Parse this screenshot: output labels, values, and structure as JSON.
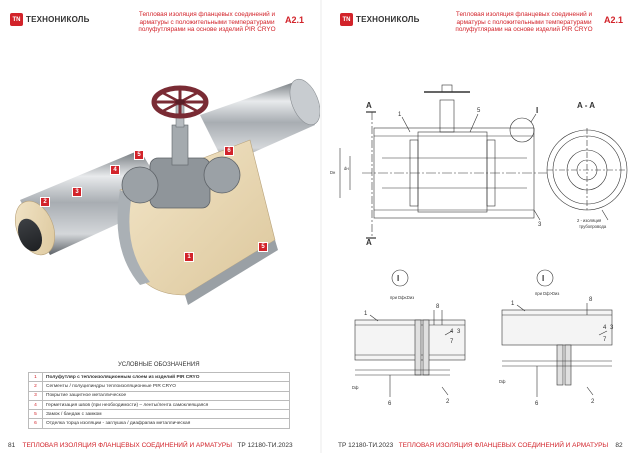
{
  "brand": {
    "logo_mark": "TN",
    "name": "ТЕХНОНИКОЛЬ",
    "color": "#d2232a"
  },
  "left_page": {
    "header_title": "Тепловая изоляция фланцевых соединений и арматуры с положительными температурами полуфутлярами на основе изделий PIR CRYO",
    "header_code": "A2.1",
    "callouts": [
      "1",
      "2",
      "3",
      "4",
      "5",
      "6",
      "5"
    ],
    "legend": {
      "title": "УСЛОВНЫЕ ОБОЗНАЧЕНИЯ",
      "rows": [
        {
          "n": "1",
          "text": "Полуфутляр с теплоизоляционным слоем из изделий PIR CRYO"
        },
        {
          "n": "2",
          "text": "Сегменты / полуцилиндры теплоизоляционные PIR CRYO"
        },
        {
          "n": "3",
          "text": "Покрытие защитное металлическое"
        },
        {
          "n": "4",
          "text": "Герметизация швов (при необходимости) – ленты/лента самоклеящаяся"
        },
        {
          "n": "5",
          "text": "Замок / бандаж с замком"
        },
        {
          "n": "6",
          "text": "Отделка торца изоляции - заглушка / диафрагма металлическая"
        }
      ]
    },
    "footer": {
      "page_number": "81",
      "section": "ТЕПЛОВАЯ ИЗОЛЯЦИЯ ФЛАНЦЕВЫХ СОЕДИНЕНИЙ И АРМАТУРЫ",
      "doc_code": "ТР 12180-ТИ.2023"
    }
  },
  "right_page": {
    "header_title": "Тепловая изоляция фланцевых соединений и арматуры с положительными температурами полуфутлярами на основе изделий PIR CRYO",
    "header_code": "A2.1",
    "drawing": {
      "section_mark": "A",
      "section_title": "A - A",
      "detail_mark": "I",
      "label_dn": "Dн",
      "label_di": "dн",
      "pipe_note_1": "2 - изоляция",
      "pipe_note_2": "трубопровода",
      "labels": [
        "1",
        "5",
        "3",
        "I"
      ]
    },
    "details": [
      {
        "mark": "I",
        "condition": "при Dф≤Dиз",
        "labels": [
          "1",
          "8",
          "4",
          "3",
          "7",
          "6",
          "2"
        ],
        "dim": "Dф"
      },
      {
        "mark": "I",
        "condition": "при Dф>Dиз",
        "labels": [
          "1",
          "8",
          "4",
          "3",
          "7",
          "6",
          "2"
        ],
        "dim": "Dф"
      }
    ],
    "footer": {
      "doc_code": "ТР 12180-ТИ.2023",
      "section": "ТЕПЛОВАЯ ИЗОЛЯЦИЯ ФЛАНЦЕВЫХ СОЕДИНЕНИЙ И АРМАТУРЫ",
      "page_number": "82"
    }
  }
}
